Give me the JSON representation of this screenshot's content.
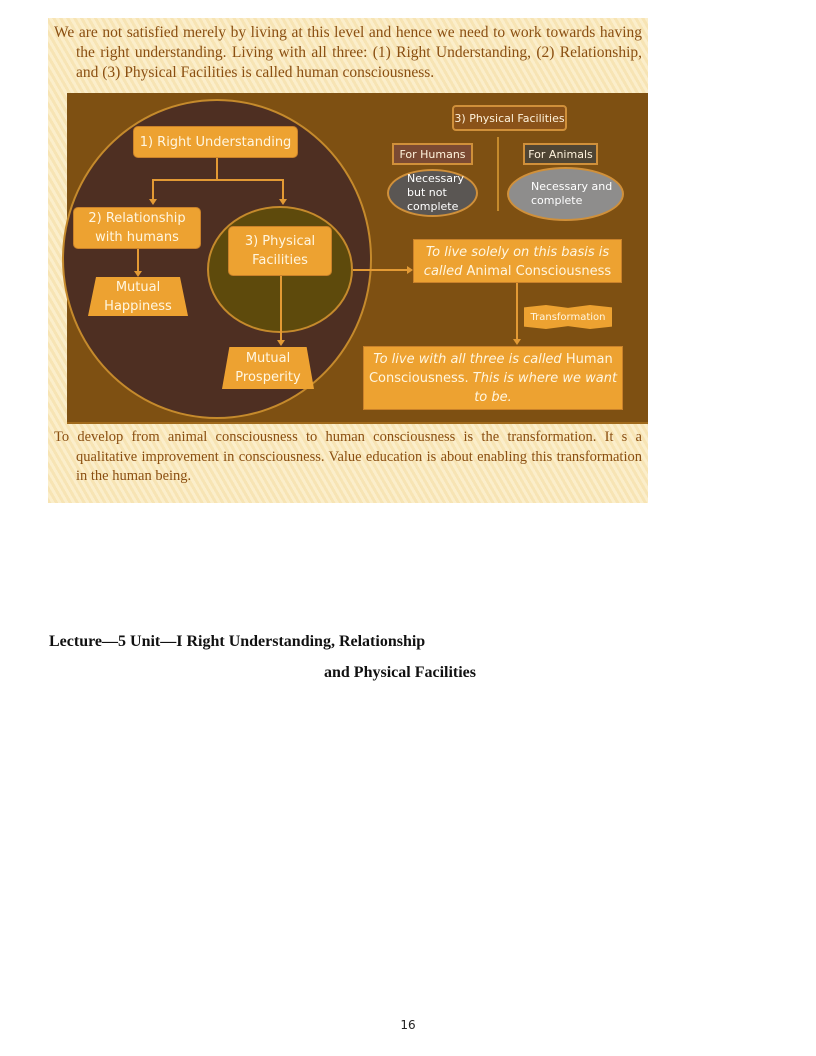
{
  "slide": {
    "intro_text": "We are not satisfied merely by living at this level and hence we need to work towards having the right understanding. Living with all three: (1) Right Understanding, (2) Relationship, and (3) Physical Facilities is called human consciousness.",
    "closing_text": "To develop from animal consciousness to human consciousness is the transformation. It s a qualitative improvement in consciousness. Value education is about enabling this transformation in the human being.",
    "diagram": {
      "right_understanding": "1) Right Understanding",
      "relationship": "2) Relationship with humans",
      "physical_facilities": "3) Physical Facilities",
      "mutual_happiness": "Mutual Happiness",
      "mutual_prosperity": "Mutual Prosperity",
      "pf_header": "3) Physical Facilities",
      "for_humans": "For Humans",
      "for_animals": "For Animals",
      "humans_note": "Necessary but not complete",
      "animals_note": "Necessary and complete",
      "animal_consciousness_pre": "To live solely on this basis is called",
      "animal_consciousness_bold": "Animal Consciousness",
      "transformation": "Transformation",
      "human_consciousness_pre": "To live with all three is called",
      "human_consciousness_bold": "Human Consciousness.",
      "human_consciousness_post": "This is where we want to be."
    },
    "colors": {
      "panel": "#7e5012",
      "circle": "#4e2f22",
      "inner_circle": "#5e4a0c",
      "box": "#eda231",
      "for_humans": "#7b4a33",
      "for_animals": "#4f4534",
      "oval_dark": "#5a5653",
      "oval_light": "#8e8d8c"
    }
  },
  "document": {
    "heading_line1": "Lecture—5   Unit—I Right Understanding, Relationship",
    "heading_line2": "and  Physical Facilities",
    "page_number": "16"
  }
}
